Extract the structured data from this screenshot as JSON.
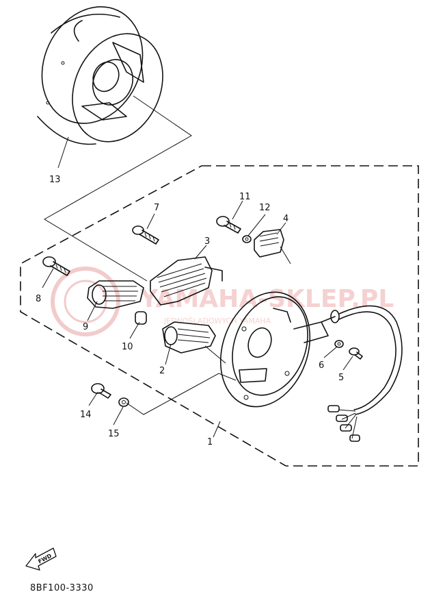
{
  "parts": [
    {
      "no": "1"
    },
    {
      "no": "2"
    },
    {
      "no": "3"
    },
    {
      "no": "4"
    },
    {
      "no": "5"
    },
    {
      "no": "6"
    },
    {
      "no": "7"
    },
    {
      "no": "8"
    },
    {
      "no": "9"
    },
    {
      "no": "10"
    },
    {
      "no": "11"
    },
    {
      "no": "12"
    },
    {
      "no": "13"
    },
    {
      "no": "14"
    },
    {
      "no": "15"
    }
  ],
  "fwd_label": "FWD",
  "diagram_code": "8BF100-3330",
  "watermark": {
    "brand": "YAMAHA-SKLEP.PL",
    "tagline": "JEDNOŚLADOWYCH YAMAHA"
  },
  "colors": {
    "ink": "#111111",
    "watermark": "#e8a0a0",
    "background": "#ffffff"
  }
}
